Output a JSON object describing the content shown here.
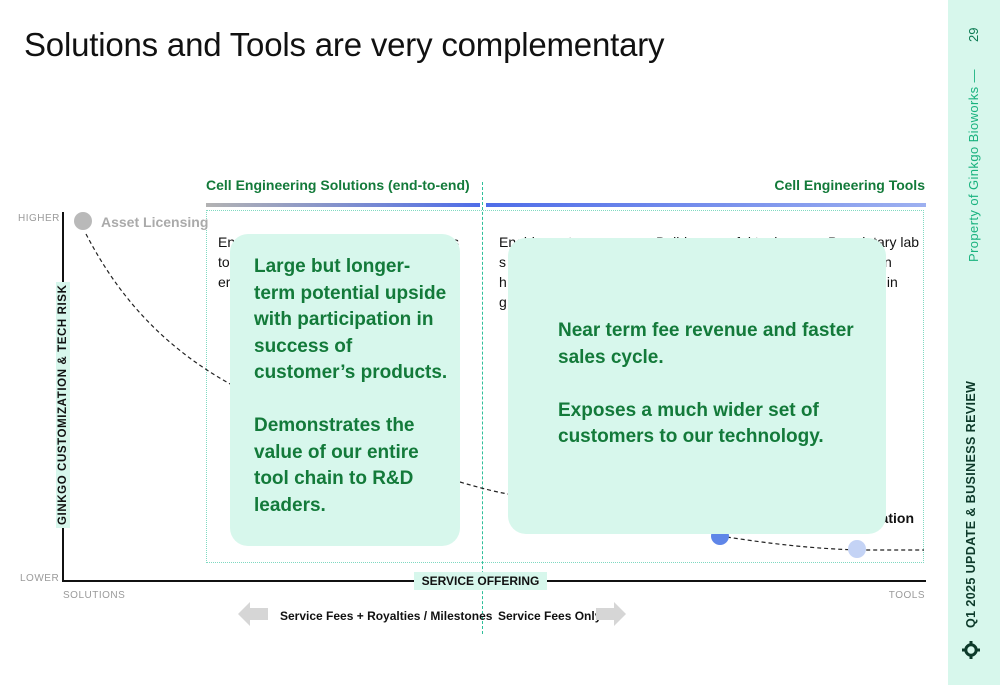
{
  "title": "Solutions and Tools are very complementary",
  "sidebar": {
    "page_number": "29",
    "property": "Property of Ginkgo Bioworks —",
    "review": "Q1 2025 UPDATE & BUSINESS REVIEW",
    "logo_icon": "ginkgo-logo-icon",
    "band_color": "#d7f7ec"
  },
  "headers": {
    "solutions": "Cell Engineering Solutions (end-to-end)",
    "tools": "Cell Engineering Tools"
  },
  "axes": {
    "y_label": "GINKGO CUSTOMIZATION & TECH RISK",
    "higher": "HIGHER",
    "lower": "LOWER",
    "x_left": "SOLUTIONS",
    "x_right": "TOOLS",
    "service_offering": "SERVICE OFFERING"
  },
  "points": {
    "asset_licensing": "Asset Licensing",
    "nation": "nation"
  },
  "background_text": {
    "col1_line1": "Ena",
    "col1_line2": "to",
    "col1_line3": "er",
    "col1_tail": "s",
    "col2_line1": "Enable customer",
    "col2_line2": "s",
    "col2_line3": "h",
    "col2_line4": "g",
    "col3_line1": "Builds powerful tool",
    "col4_line1": "Proprietary lab",
    "col4_line2": "n",
    "col4_line3": "s in"
  },
  "callouts": {
    "left_p1": "Large but longer-term potential upside with participation in success of customer’s products.",
    "left_p2": "Demonstrates the value of our entire tool chain to R&D leaders.",
    "right_p1": "Near term fee revenue and faster sales cycle.",
    "right_p2": "Exposes a much wider set of customers to our technology."
  },
  "fees": {
    "left": "Service Fees + Royalties / Milestones",
    "right": "Service Fees Only"
  },
  "colors": {
    "accent_green": "#137a3a",
    "mint": "#d7f7ec",
    "blue": "#5f86e8"
  }
}
